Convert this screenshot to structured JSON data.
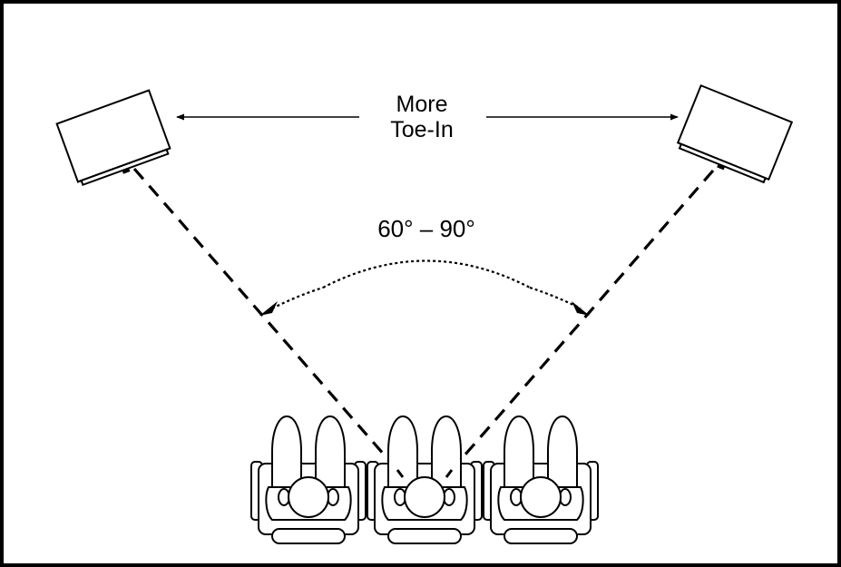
{
  "toe_in_label": "More\nToe-In",
  "toe_in_line1": "More",
  "toe_in_line2": "Toe-In",
  "angle_label": "60° – 90°",
  "colors": {
    "stroke": "#000000",
    "background": "#ffffff"
  }
}
